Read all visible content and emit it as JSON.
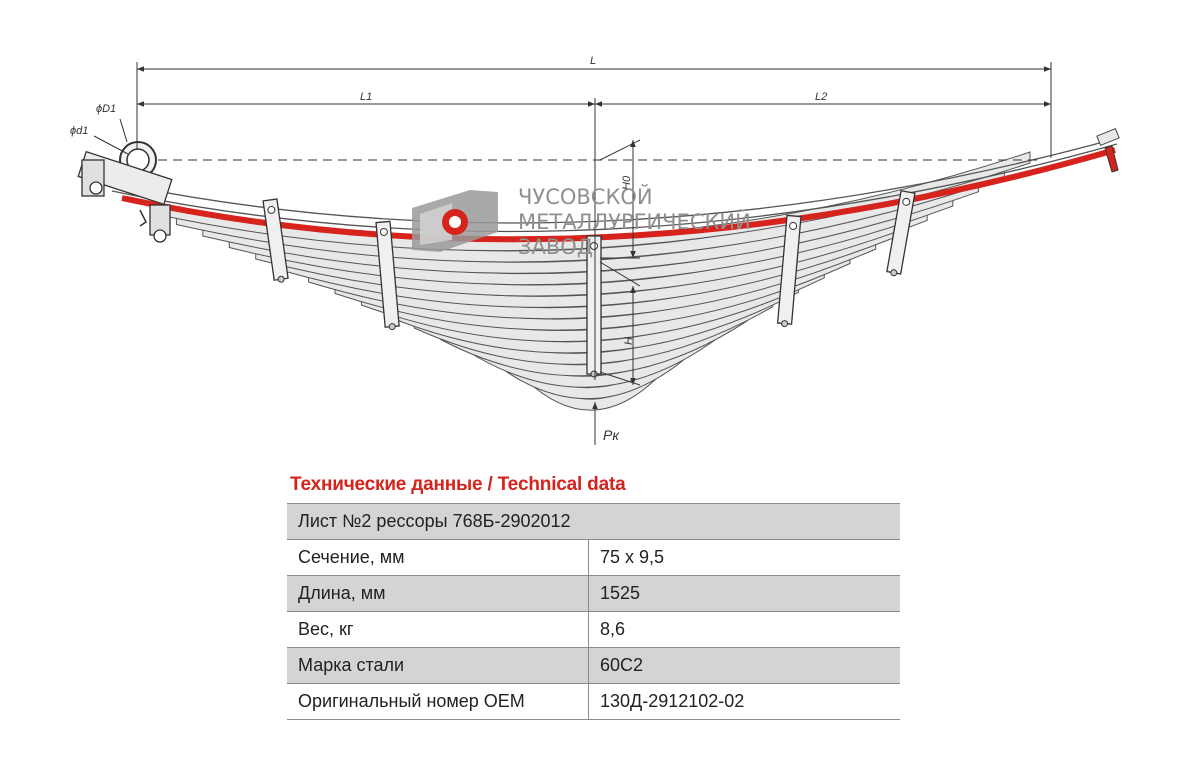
{
  "colors": {
    "accent": "#d6231c",
    "leaf_fill": "#e8e8e8",
    "table_shade": "#d4d4d4",
    "logo_gray": "#8f8f8f"
  },
  "drawing": {
    "dim_L": "L",
    "dim_L1": "L1",
    "dim_L2": "L2",
    "dim_D1": "ϕD1",
    "dim_d1": "ϕd1",
    "dim_H": "H",
    "dim_H0": "H0",
    "load_label": "Рк"
  },
  "logo": {
    "line1": "ЧУСОВСКОЙ",
    "line2": "МЕТАЛЛУРГИЧЕСКИЙ",
    "line3": "ЗАВОД"
  },
  "section_title": "Технические данные / Technical data",
  "table": {
    "header": "Лист №2 рессоры 768Б-2902012",
    "rows": [
      {
        "label": "Сечение, мм",
        "value": "75 х 9,5"
      },
      {
        "label": "Длина, мм",
        "value": "1525"
      },
      {
        "label": "Вес, кг",
        "value": "8,6"
      },
      {
        "label": "Марка стали",
        "value": "60С2"
      },
      {
        "label": "Оригинальный номер ОЕМ",
        "value": "130Д-2912102-02"
      }
    ]
  }
}
